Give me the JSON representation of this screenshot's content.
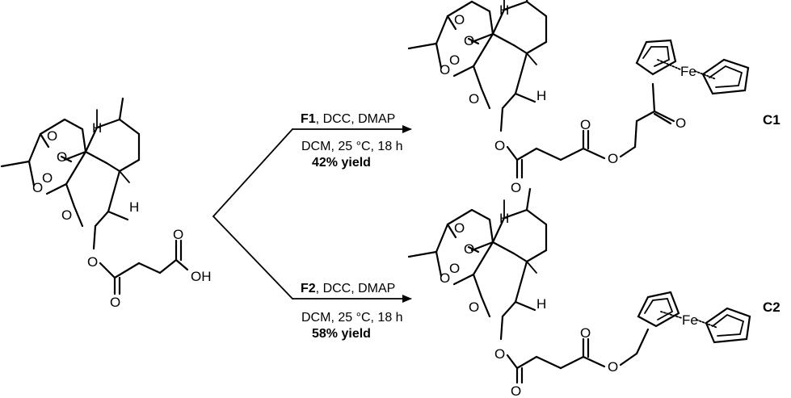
{
  "scheme": {
    "atoms": {
      "O": "O",
      "H": "H",
      "OH": "OH",
      "Fe": "Fe"
    },
    "reaction_top": {
      "reagent_bold": "F1",
      "reagents_rest": ", DCC, DMAP",
      "conditions": "DCM, 25 °C, 18 h",
      "yield": "42% yield"
    },
    "reaction_bottom": {
      "reagent_bold": "F2",
      "reagents_rest": ", DCC, DMAP",
      "conditions": "DCM, 25 °C, 18 h",
      "yield": "58% yield"
    },
    "product_labels": {
      "top": "C1",
      "bottom": "C2"
    }
  }
}
